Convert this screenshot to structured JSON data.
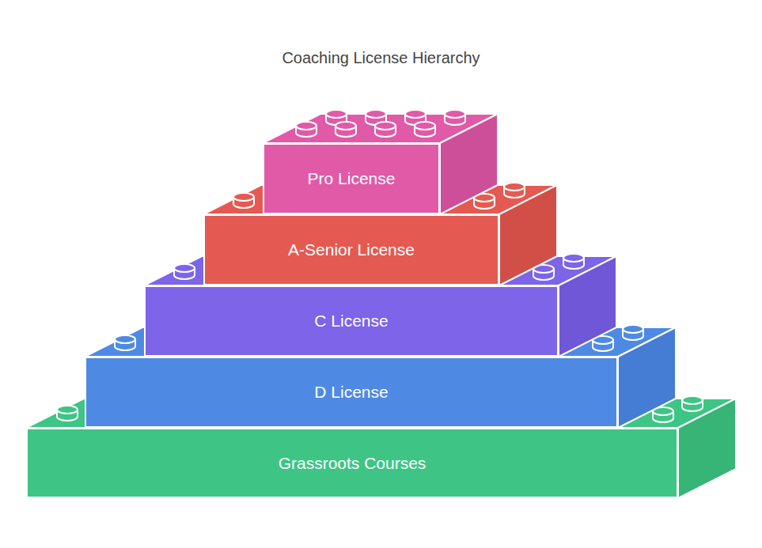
{
  "diagram": {
    "title": "Coaching License Hierarchy",
    "nodes": [
      {
        "text": [
          "Pro License"
        ]
      },
      {
        "text": [
          "A-Senior License"
        ]
      },
      {
        "text": [
          "C License"
        ]
      },
      {
        "text": [
          "D License"
        ]
      },
      {
        "text": [
          "Grassroots Courses"
        ]
      }
    ]
  }
}
